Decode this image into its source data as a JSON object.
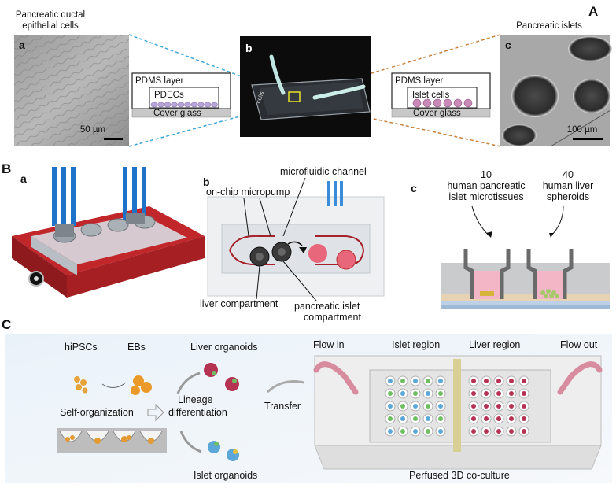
{
  "panelA": {
    "label": "A",
    "a": {
      "label": "a",
      "title_line1": "Pancreatic ductal",
      "title_line2": "epithelial cells",
      "scale": "50 µm"
    },
    "b": {
      "label": "b"
    },
    "c": {
      "label": "c",
      "title": "Pancreatic islets",
      "scale": "100 µm"
    },
    "left_diagram": {
      "pdms": "PDMS layer",
      "cells": "PDECs",
      "glass": "Cover glass"
    },
    "right_diagram": {
      "pdms": "PDMS layer",
      "cells": "Islet cells",
      "glass": "Cover glass"
    }
  },
  "panelB": {
    "label": "B",
    "a": {
      "label": "a"
    },
    "b": {
      "label": "b",
      "pump": "on-chip micropump",
      "channel": "microfluidic channel",
      "liver": "liver compartment",
      "islet_line1": "pancreatic islet",
      "islet_line2": "compartment"
    },
    "c": {
      "label": "c",
      "left_line1": "10",
      "left_line2": "human pancreatic",
      "left_line3": "islet microtissues",
      "right_line1": "40",
      "right_line2": "human liver",
      "right_line3": "spheroids"
    }
  },
  "panelC": {
    "label": "C",
    "hipscs": "hiPSCs",
    "ebs": "EBs",
    "liver_organoids": "Liver organoids",
    "lineage_line1": "Lineage",
    "lineage_line2": "differentiation",
    "self_org": "Self-organization",
    "islet_organoids": "Islet organoids",
    "transfer": "Transfer",
    "flow_in": "Flow in",
    "islet_region": "Islet region",
    "liver_region": "Liver region",
    "flow_out": "Flow out",
    "caption": "Perfused 3D co-culture"
  },
  "colors": {
    "cyan_dash": "#3aa6d8",
    "orange_dash": "#c8803a",
    "chip_red": "#c0262a",
    "tube_blue": "#1e73c8",
    "pink": "#e9a6b8",
    "tube_pink": "#d88ca0"
  }
}
